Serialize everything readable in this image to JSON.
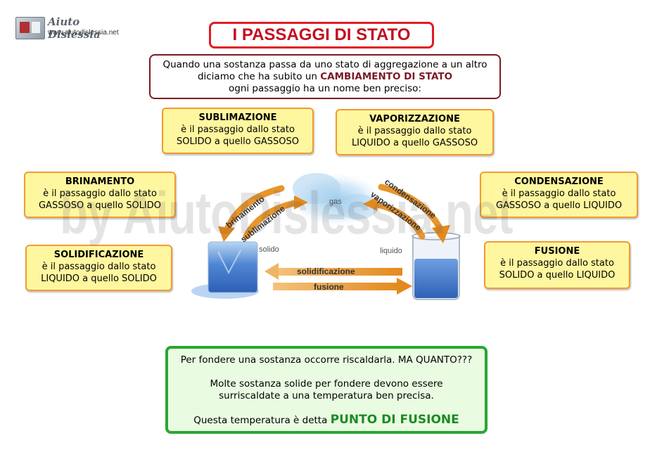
{
  "logo": {
    "name": "Aiuto Dislessia",
    "url": "www.aiutodislessia.net"
  },
  "title": "I PASSAGGI DI STATO",
  "intro": {
    "line1": "Quando una sostanza passa da uno stato di aggregazione a un altro",
    "line2_pre": "diciamo che ha subito un ",
    "line2_bold": "CAMBIAMENTO DI STATO",
    "line3": "ogni passaggio ha un nome ben preciso:"
  },
  "cards": {
    "sublimazione": {
      "title": "SUBLIMAZIONE",
      "line1": "è il passaggio dallo stato",
      "line2": "SOLIDO a  quello GASSOSO"
    },
    "vaporizzazione": {
      "title": "VAPORIZZAZIONE",
      "line1": "è il passaggio dallo stato",
      "line2": "LIQUIDO a  quello GASSOSO"
    },
    "brinamento": {
      "title": "BRINAMENTO",
      "line1": "è il passaggio dallo stato",
      "line2": "GASSOSO a  quello SOLIDO"
    },
    "solidificazione": {
      "title": "SOLIDIFICAZIONE",
      "line1": "è il passaggio dallo stato",
      "line2": "LIQUIDO a  quello SOLIDO"
    },
    "condensazione": {
      "title": "CONDENSAZIONE",
      "line1": "è il passaggio dallo stato",
      "line2": "GASSOSO a  quello LIQUIDO"
    },
    "fusione": {
      "title": "FUSIONE",
      "line1": "è il passaggio dallo stato",
      "line2": "SOLIDO a  quello LIQUIDO"
    }
  },
  "diagram": {
    "gas": "gas",
    "solido": "solido",
    "liquido": "liquido",
    "brinamento": "brinamento",
    "sublimazione": "sublimazione",
    "condensazione": "condensazione",
    "vaporizzazione": "vaporizzazione",
    "solidificazione": "solidificazione",
    "fusione": "fusione"
  },
  "note": {
    "line1": "Per fondere una sostanza occorre riscaldarla. MA QUANTO???",
    "line2": "Molte sostanza solide per fondere devono essere",
    "line3": "surriscaldate a una temperatura ben precisa.",
    "line4_pre": "Questa temperatura è detta ",
    "line4_bold": "PUNTO DI FUSIONE"
  },
  "watermark": "by AiutoDislessia.net",
  "colors": {
    "title_red": "#c40d1f",
    "card_fill": "#fff79f",
    "card_border": "#f39a31",
    "note_fill": "#e9fce1",
    "note_border": "#2aa534",
    "arrow_orange": "#e8952c",
    "water_blue": "#3d78c9"
  }
}
